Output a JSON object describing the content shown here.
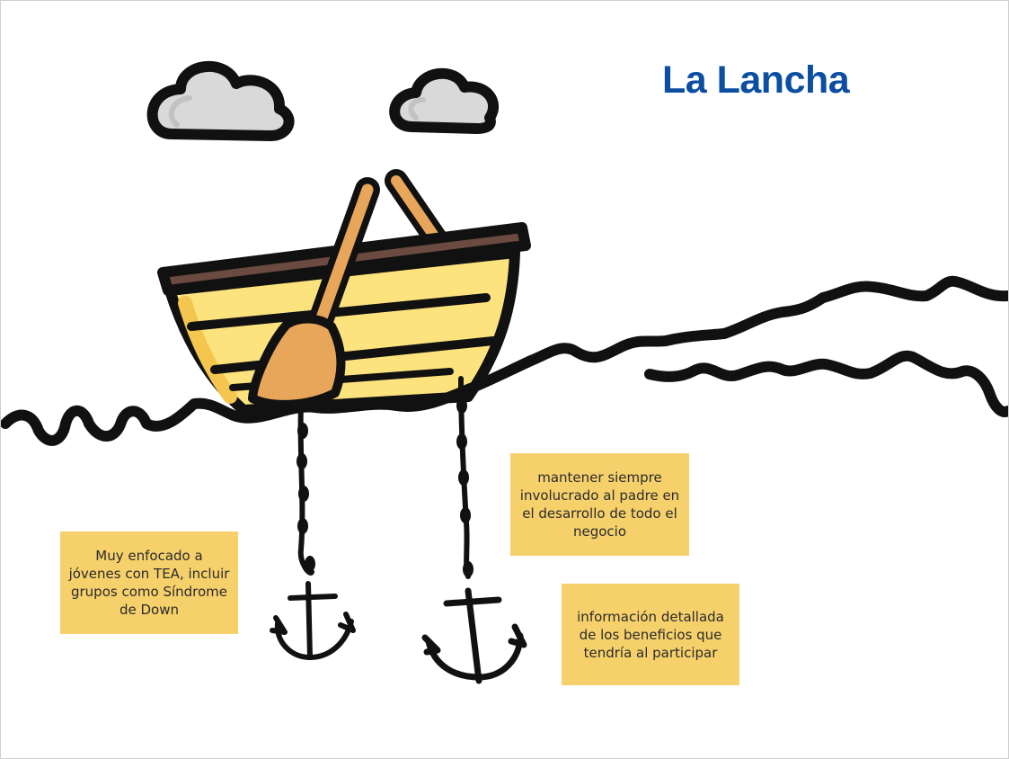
{
  "title": "La Lancha",
  "colors": {
    "title": "#0b4ea2",
    "sticky_note": "#f5d06b",
    "boat_body": "#fde37d",
    "boat_rim": "#6b4a3f",
    "oar": "#e8a65a",
    "outline": "#111111",
    "cloud": "#d9d9d9"
  },
  "notes": [
    {
      "text": "Muy enfocado a jóvenes con TEA, incluir grupos como Síndrome de Down"
    },
    {
      "text": "mantener siempre involucrado al padre en el desarrollo de todo el negocio"
    },
    {
      "text": "información detallada de los beneficios que tendría al participar"
    }
  ],
  "icons": [
    "cloud-icon",
    "cloud-icon",
    "rowboat-icon",
    "oar-icon",
    "anchor-icon",
    "anchor-icon",
    "wave-line"
  ]
}
